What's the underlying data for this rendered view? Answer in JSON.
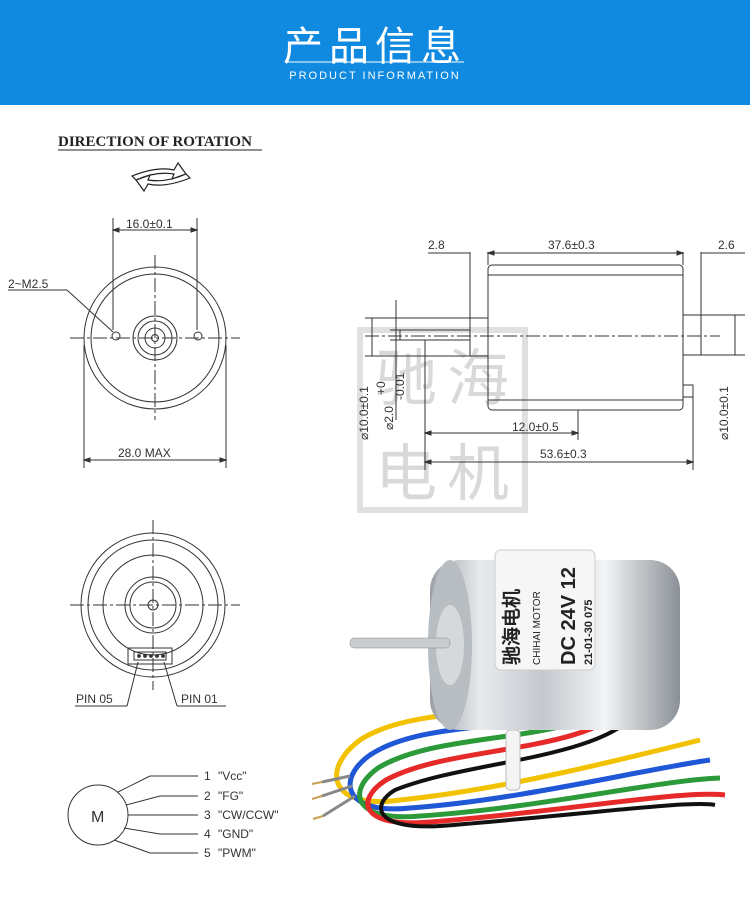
{
  "banner": {
    "title": "产品信息",
    "subtitle": "PRODUCT INFORMATION",
    "color": "#0f8ae0"
  },
  "rotation": {
    "label": "DIRECTION OF ROTATION"
  },
  "front_view": {
    "hole_spacing": "16.0±0.1",
    "screw_holes": "2~M2.5",
    "diameter": "28.0 MAX"
  },
  "side_view": {
    "shaft_length": "2.8",
    "body_length": "37.6±0.3",
    "rear_boss": "2.6",
    "shaft_boss_dia": "⌀10.0±0.1",
    "shaft_dia": "⌀2.0",
    "shaft_tol_upper": "+0",
    "shaft_tol_lower": "-0.01",
    "rear_dia": "⌀10.0±0.1",
    "shaft_extension": "12.0±0.5",
    "total_length": "53.6±0.3"
  },
  "watermark": [
    "驰",
    "海",
    "电",
    "机"
  ],
  "rear_view": {
    "pin_left": "PIN 05",
    "pin_right": "PIN 01"
  },
  "wiring": {
    "motor_symbol": "M",
    "pins": [
      {
        "num": "1",
        "label": "\"Vcc\""
      },
      {
        "num": "2",
        "label": "\"FG\""
      },
      {
        "num": "3",
        "label": "\"CW/CCW\""
      },
      {
        "num": "4",
        "label": "\"GND\""
      },
      {
        "num": "5",
        "label": "\"PWM\""
      }
    ]
  },
  "motor_label": {
    "brand": "驰海电机",
    "brand_en": "CHIHAI MOTOR",
    "voltage": "DC 24V 12",
    "date_code": "21-01-30 075"
  },
  "wire_colors": [
    "#e62a2a",
    "#2d9a3a",
    "#1f57d6",
    "#f2c200",
    "#111111"
  ]
}
